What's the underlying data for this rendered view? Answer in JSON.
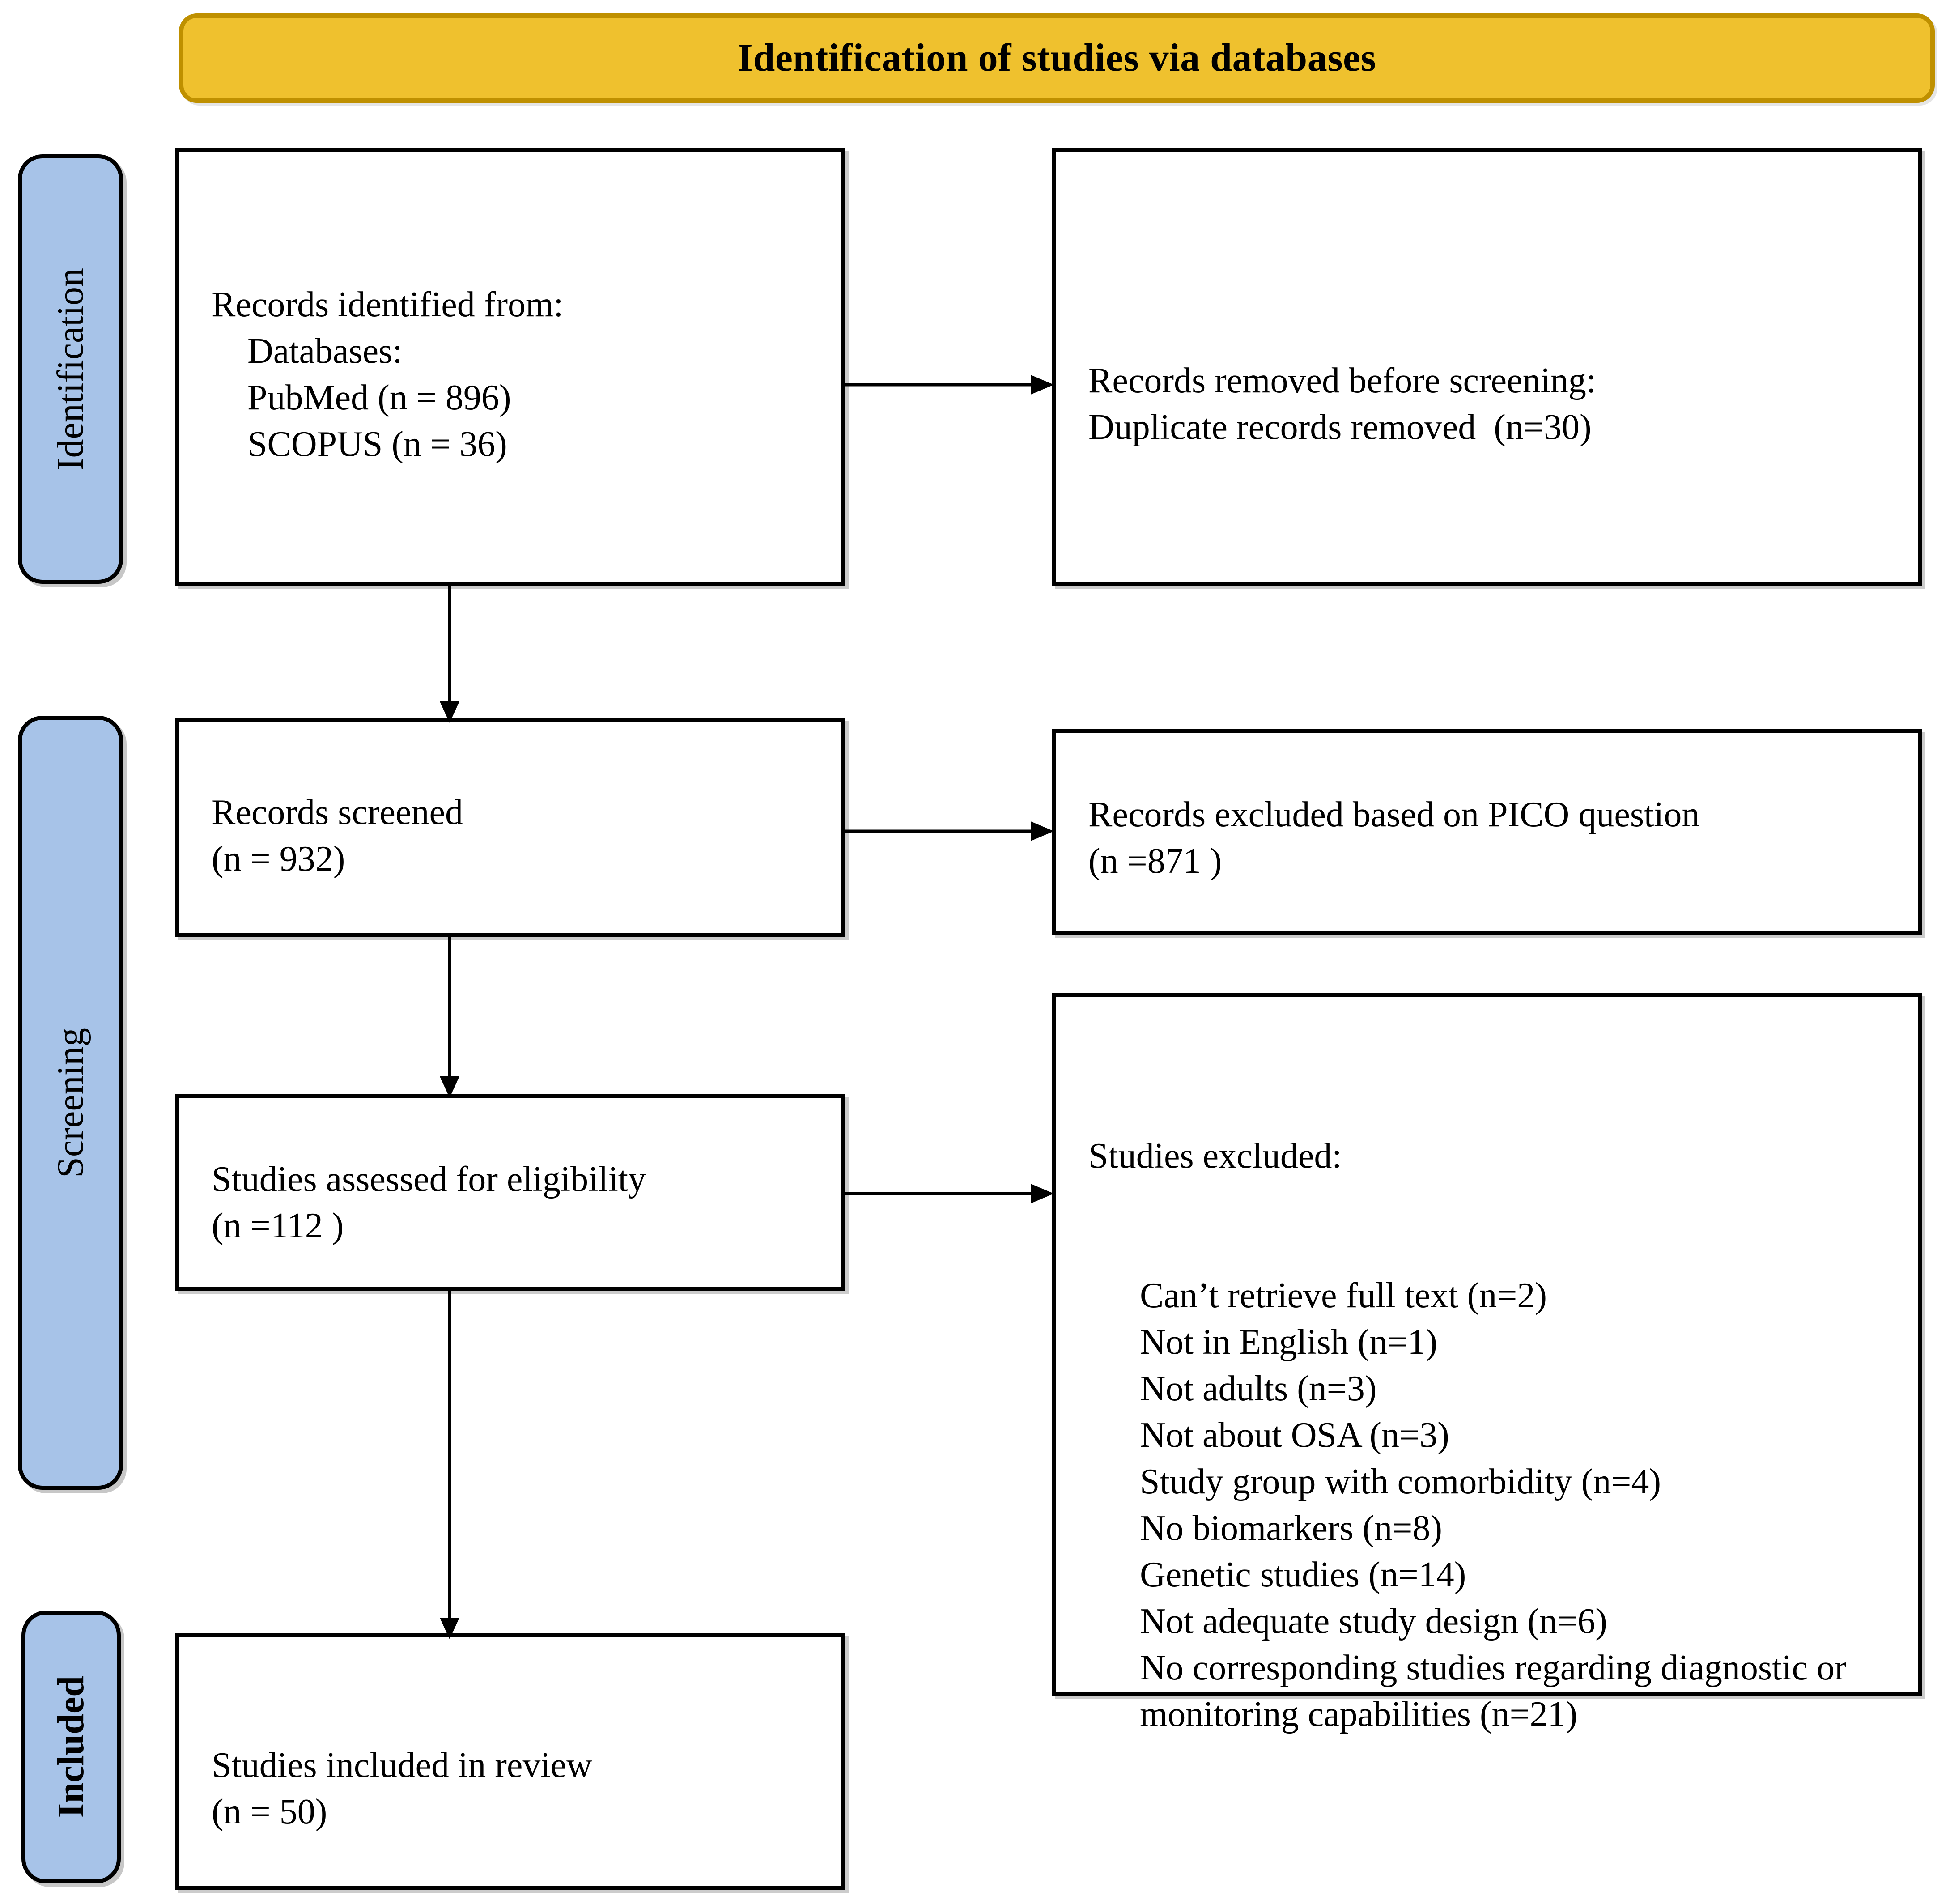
{
  "banner": {
    "title": "Identification of studies via databases"
  },
  "stages": [
    {
      "id": "identification",
      "label": "Identification",
      "bold": false
    },
    {
      "id": "screening",
      "label": "Screening",
      "bold": false
    },
    {
      "id": "included",
      "label": "Included",
      "bold": true
    }
  ],
  "boxes": {
    "identified": {
      "text": "Records identified from:\n    Databases:\n    PubMed (n = 896)\n    SCOPUS (n = 36)"
    },
    "removed": {
      "text": "Records removed before screening:\nDuplicate records removed  (n=30)"
    },
    "screened": {
      "text": "Records screened\n(n = 932)"
    },
    "excluded_pico": {
      "text": "Records excluded based on PICO question\n(n =871 )"
    },
    "eligibility": {
      "text": "Studies assessed for eligibility\n(n =112 )"
    },
    "studies_excluded": {
      "heading": "Studies excluded:",
      "items": [
        "Can’t retrieve full text (n=2)",
        "Not in English (n=1)",
        "Not adults (n=3)",
        "Not about OSA (n=3)",
        "Study group with comorbidity (n=4)",
        "No biomarkers (n=8)",
        "Genetic studies (n=14)",
        "Not adequate study design (n=6)",
        "No corresponding studies regarding diagnostic or monitoring capabilities (n=21)"
      ]
    },
    "included": {
      "text": "Studies included in review\n(n = 50)"
    }
  },
  "counts": {
    "pubmed": 896,
    "scopus": 36,
    "duplicates_removed": 30,
    "records_screened": 932,
    "records_excluded_pico": 871,
    "assessed_for_eligibility": 112,
    "studies_included": 50,
    "excluded_cant_retrieve_full_text": 2,
    "excluded_not_in_english": 1,
    "excluded_not_adults": 3,
    "excluded_not_about_osa": 3,
    "excluded_comorbidity": 4,
    "excluded_no_biomarkers": 8,
    "excluded_genetic_studies": 14,
    "excluded_not_adequate_design": 6,
    "excluded_no_corresponding_studies": 21
  },
  "colors": {
    "banner_fill": "#EFC12E",
    "banner_border": "#BF9000",
    "stage_fill": "#A7C3E8",
    "box_border": "#000000",
    "box_fill": "#FFFFFF",
    "connector": "#000000"
  },
  "connectors": [
    {
      "name": "identified-to-removed",
      "direction": "right"
    },
    {
      "name": "identified-to-screened",
      "direction": "down"
    },
    {
      "name": "screened-to-excluded-pico",
      "direction": "right"
    },
    {
      "name": "screened-to-eligibility",
      "direction": "down"
    },
    {
      "name": "eligibility-to-studies-excluded",
      "direction": "right"
    },
    {
      "name": "eligibility-to-included",
      "direction": "down"
    }
  ]
}
